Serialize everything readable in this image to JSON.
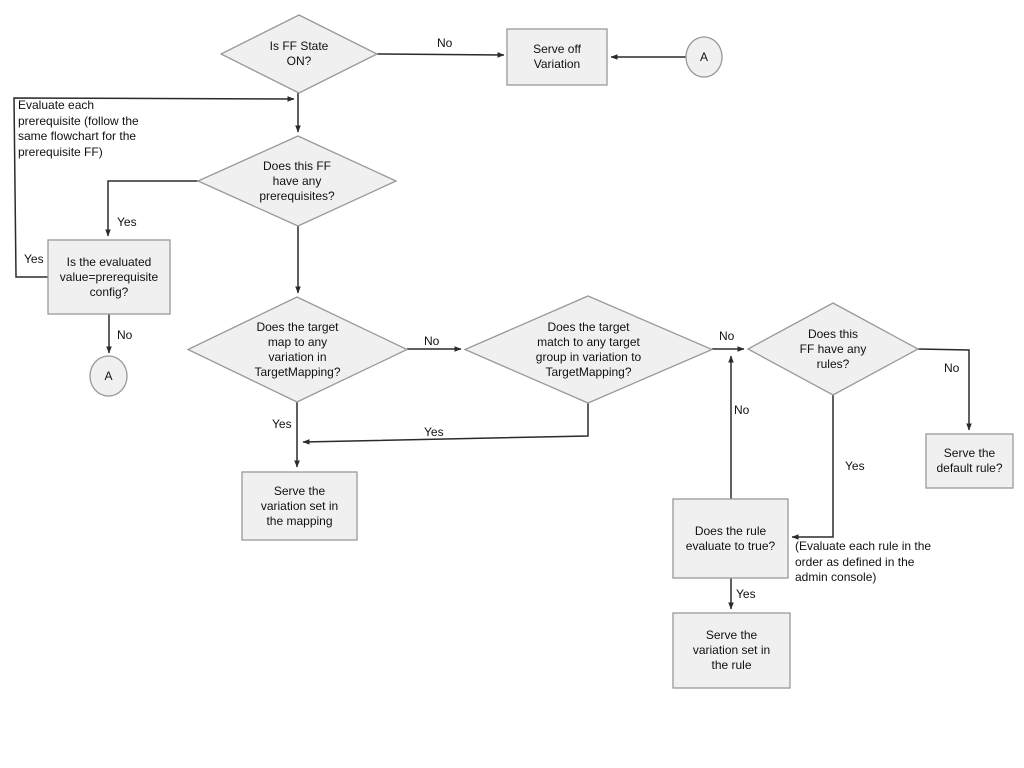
{
  "colors": {
    "shape_fill": "#f0f0f0",
    "shape_stroke": "#999999",
    "wire_color": "#2b2b2b",
    "text_color": "#111111",
    "bg": "#ffffff"
  },
  "nodes": {
    "is_ff_state_on": "Is FF State\nON?",
    "serve_off_variation": "Serve off\nVariation",
    "connector_a_top": "A",
    "has_prerequisites": "Does this FF\nhave any\nprerequisites?",
    "prerequisite_config": "Is the evaluated\nvalue=prerequisite\nconfig?",
    "connector_a_left": "A",
    "target_map": "Does the target\nmap to any\nvariation in\nTargetMapping?",
    "target_group_match": "Does the target\nmatch to any target\ngroup in variation to\nTargetMapping?",
    "has_rules": "Does this\nFF have any\nrules?",
    "serve_default_rule": "Serve the\ndefault rule?",
    "rule_true": "Does the rule\nevaluate to true?",
    "serve_rule_variation": "Serve the\nvariation set in\nthe rule",
    "serve_mapping_variation": "Serve the\nvariation set in\nthe mapping"
  },
  "edge_labels": {
    "state_off_no": "No",
    "prereq_yes": "Yes",
    "prereq_loop_yes": "Yes",
    "prereq_fail_no": "No",
    "map_no": "No",
    "map_yes": "Yes",
    "group_match_yes": "Yes",
    "group_match_no": "No",
    "rule_false_no": "No",
    "rules_no": "No",
    "rules_yes": "Yes",
    "rule_true_yes": "Yes"
  },
  "annotations": {
    "prerequisite_note": "Evaluate each\nprerequisite (follow the\nsame flowchart for the\nprerequisite FF)",
    "rule_order_note": "(Evaluate each rule in the\norder as defined in the\nadmin console)"
  }
}
